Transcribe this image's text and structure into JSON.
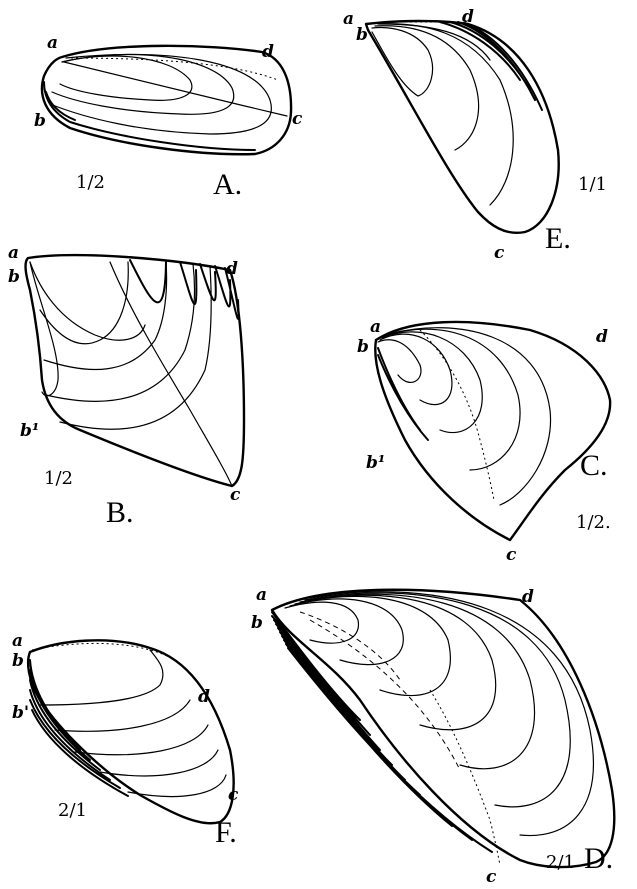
{
  "figures": {
    "A": {
      "caption": "A.",
      "scale": "1/2",
      "points": {
        "a": "a",
        "b": "b",
        "c": "c",
        "d": "d"
      }
    },
    "B": {
      "caption": "B.",
      "scale": "1/2",
      "points": {
        "a": "a",
        "b": "b",
        "b1": "b¹",
        "c": "c",
        "d": "d"
      }
    },
    "C": {
      "caption": "C.",
      "scale": "1/2.",
      "points": {
        "a": "a",
        "b": "b",
        "b1": "b¹",
        "c": "c",
        "d": "d"
      }
    },
    "D": {
      "caption": "D.",
      "scale": "2/1",
      "points": {
        "a": "a",
        "b": "b",
        "c": "c",
        "d": "d"
      }
    },
    "E": {
      "caption": "E.",
      "scale": "1/1",
      "points": {
        "a": "a",
        "b": "b",
        "c": "c",
        "d": "d"
      }
    },
    "F": {
      "caption": "F.",
      "scale": "2/1",
      "points": {
        "a": "a",
        "b": "b",
        "b1": "b'",
        "c": "c",
        "d": "d"
      }
    }
  }
}
